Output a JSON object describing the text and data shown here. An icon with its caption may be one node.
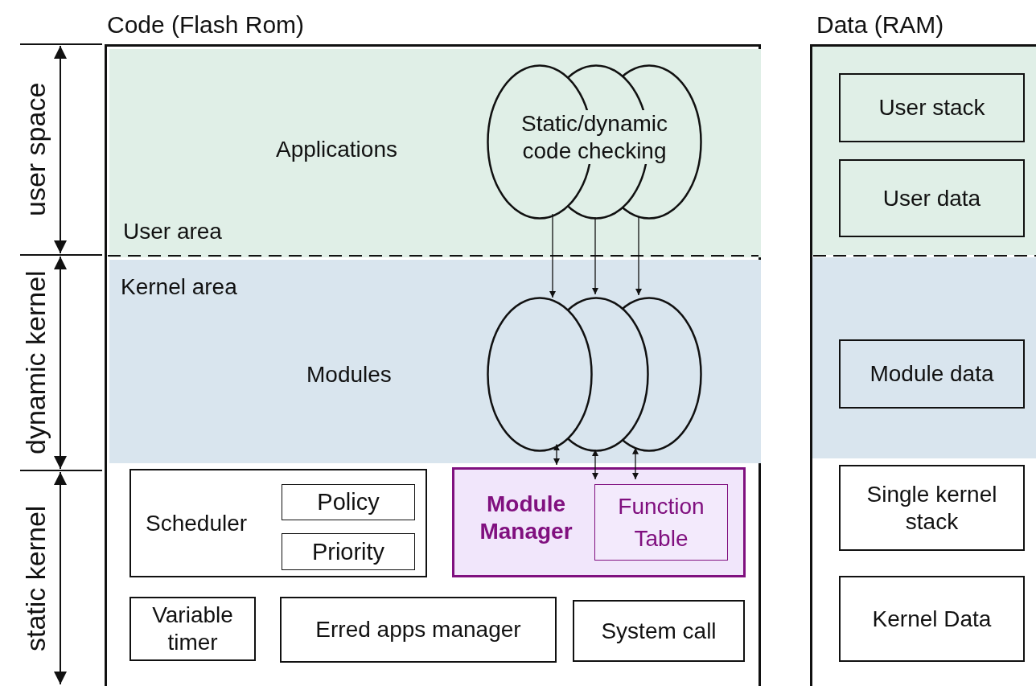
{
  "diagram": {
    "nodes": [
      {
        "text": [
          "Code (Flash Rom)"
        ]
      },
      {
        "text": [
          "Applications",
          "User area"
        ],
        "in": 0
      },
      {
        "text": [
          "Static/dynamic code checking"
        ],
        "in": 1
      },
      {
        "text": [
          "Kernel area",
          "Modules"
        ],
        "in": 0
      },
      {
        "text": [],
        "shape": "ellipse",
        "in": 3
      },
      {
        "text": [
          "Scheduler"
        ],
        "in": 0
      },
      {
        "text": [
          "Policy"
        ],
        "in": 5
      },
      {
        "text": [
          "Priority"
        ],
        "in": 5
      },
      {
        "text": [
          "Module Manager"
        ],
        "in": 0
      },
      {
        "text": [
          "Function Table"
        ],
        "in": 8
      },
      {
        "text": [
          "Variable timer"
        ],
        "in": 0
      },
      {
        "text": [
          "Erred apps manager"
        ],
        "in": 0
      },
      {
        "text": [
          "System call"
        ],
        "in": 0
      },
      {
        "text": [
          "Data (RAM)"
        ]
      },
      {
        "text": [
          "User stack"
        ],
        "in": 13
      },
      {
        "text": [
          "User data"
        ],
        "in": 13
      },
      {
        "text": [
          "Module data"
        ],
        "in": 13
      },
      {
        "text": [
          "Single kernel stack"
        ],
        "in": 13
      },
      {
        "text": [
          "Kernel Data"
        ],
        "in": 13
      }
    ],
    "edges": [
      {
        "from": 2,
        "to": 4,
        "arrow": "to"
      },
      {
        "from": 2,
        "to": 4,
        "arrow": "to"
      },
      {
        "from": 2,
        "to": 4,
        "arrow": "to"
      },
      {
        "from": 4,
        "to": 8,
        "arrow": "both"
      },
      {
        "from": 4,
        "to": 9,
        "arrow": "both"
      },
      {
        "from": 4,
        "to": 9,
        "arrow": "both"
      }
    ],
    "labels": [
      "user space",
      "dynamic kernel",
      "static kernel"
    ]
  }
}
